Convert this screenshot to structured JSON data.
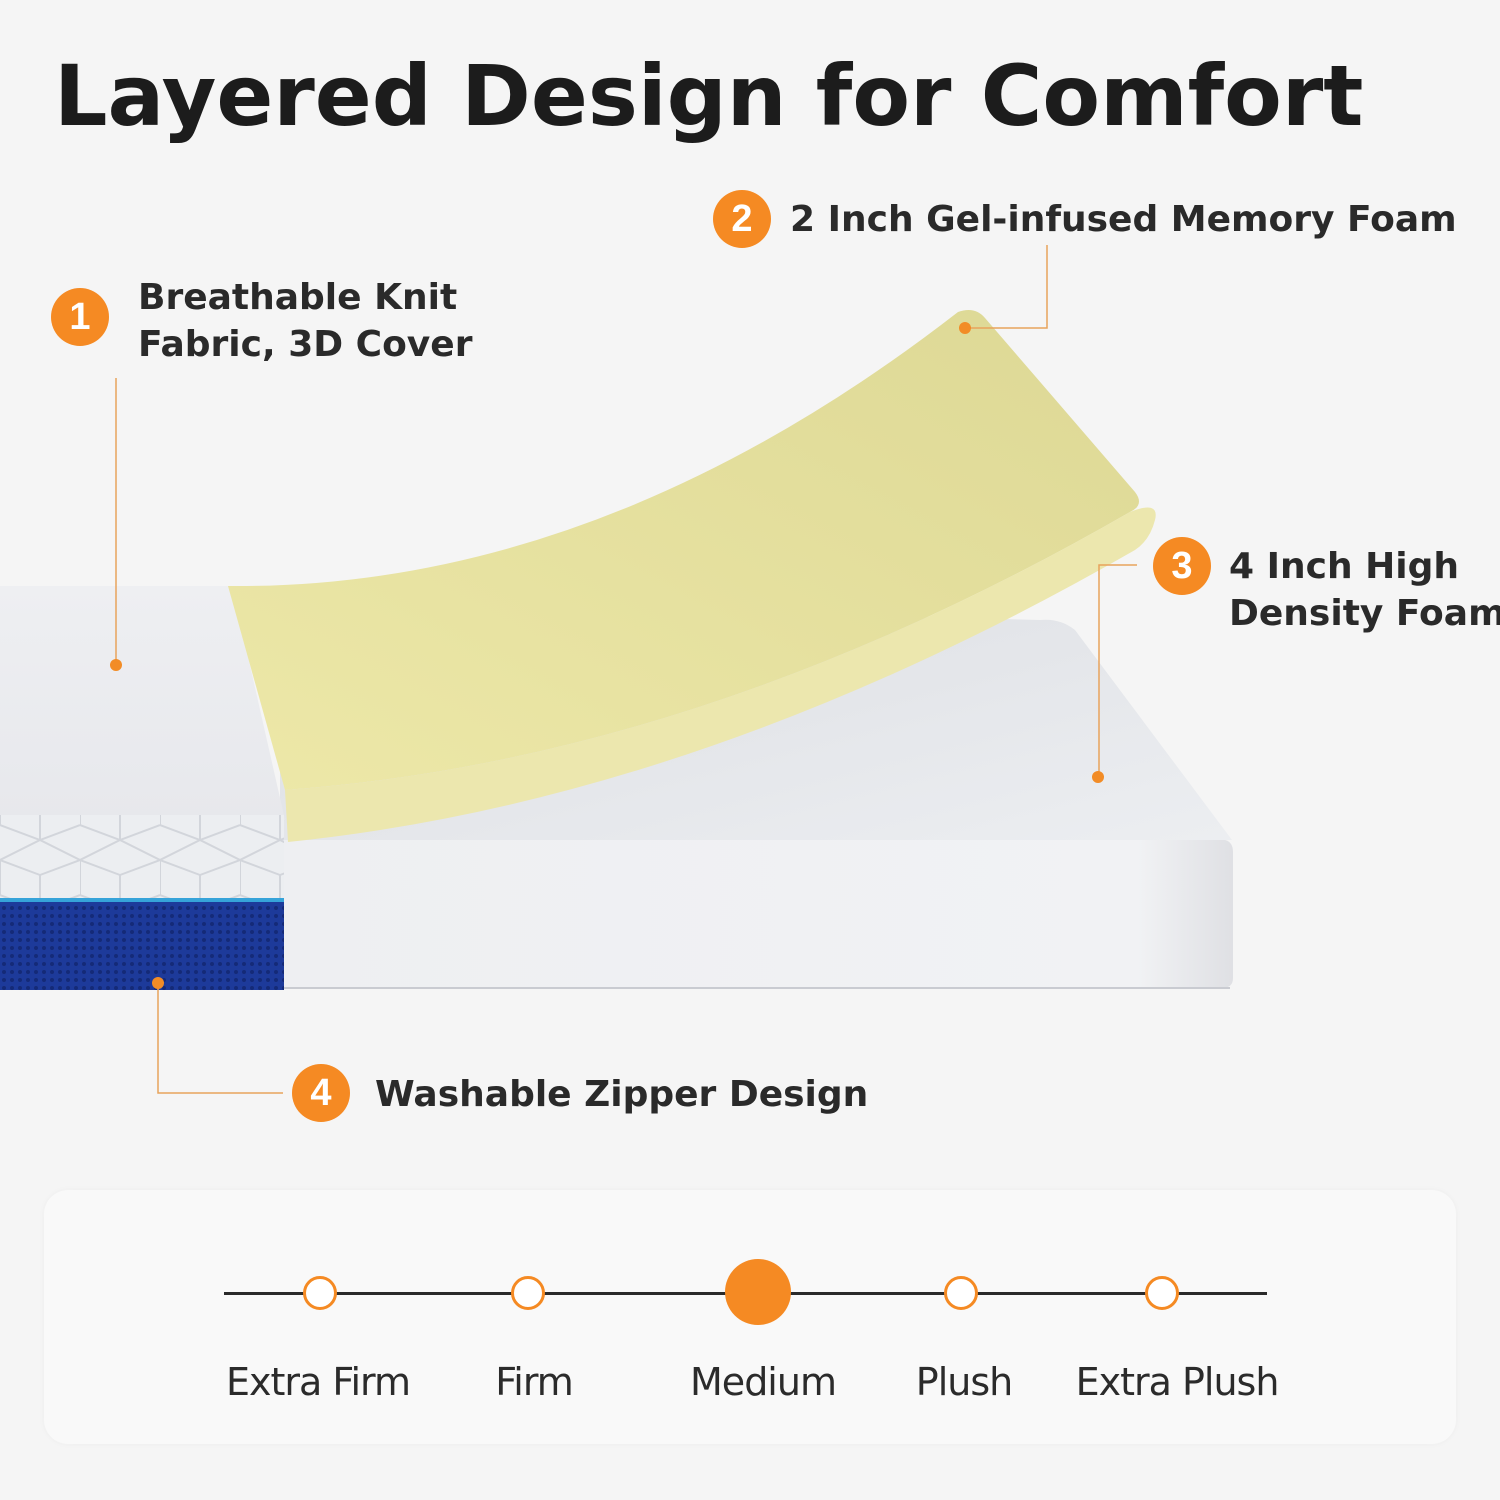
{
  "header": {
    "title": "Layered Design for Comfort"
  },
  "colors": {
    "accent": "#f58a23",
    "background": "#f5f5f5",
    "memory_foam": "#ebe6a4",
    "base_foam": "#e6e7ec",
    "cover_white": "#eeeff2",
    "zipper_blue": "#1e3b99",
    "text": "#262626"
  },
  "callouts": [
    {
      "number": "1",
      "lines": [
        "Breathable Knit",
        "Fabric, 3D Cover"
      ],
      "icon": "number-badge"
    },
    {
      "number": "2",
      "lines": [
        "2 Inch Gel-infused Memory Foam"
      ],
      "icon": "number-badge"
    },
    {
      "number": "3",
      "lines": [
        "4 Inch High",
        "Density Foam"
      ],
      "icon": "number-badge"
    },
    {
      "number": "4",
      "lines": [
        "Washable Zipper Design"
      ],
      "icon": "number-badge"
    }
  ],
  "firmness_scale": {
    "levels": [
      "Extra Firm",
      "Firm",
      "Medium",
      "Plush",
      "Extra Plush"
    ],
    "selected": "Medium",
    "selected_index": 2
  }
}
